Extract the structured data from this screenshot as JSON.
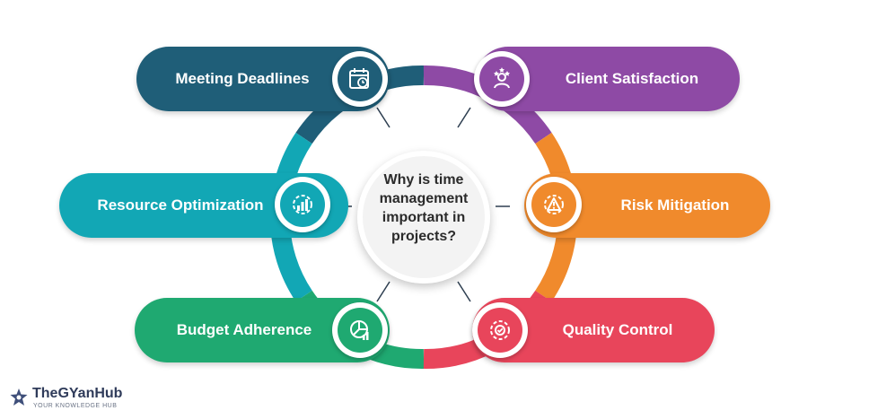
{
  "center": {
    "lines": [
      "Why is time",
      "management",
      "important in",
      "projects?"
    ]
  },
  "items": [
    {
      "label": "Meeting Deadlines",
      "color": "#1f5e78",
      "icon": "calendar-clock-icon"
    },
    {
      "label": "Client Satisfaction",
      "color": "#8e4aa5",
      "icon": "user-star-icon"
    },
    {
      "label": "Resource Optimization",
      "color": "#12a7b5",
      "icon": "chart-gear-icon"
    },
    {
      "label": "Risk Mitigation",
      "color": "#f08a2c",
      "icon": "warning-gear-icon"
    },
    {
      "label": "Budget Adherence",
      "color": "#1fa971",
      "icon": "pie-chart-icon"
    },
    {
      "label": "Quality Control",
      "color": "#e8455b",
      "icon": "quality-gear-icon"
    }
  ],
  "logo": {
    "title": "TheGYanHub",
    "subtitle": "YOUR KNOWLEDGE HUB"
  }
}
